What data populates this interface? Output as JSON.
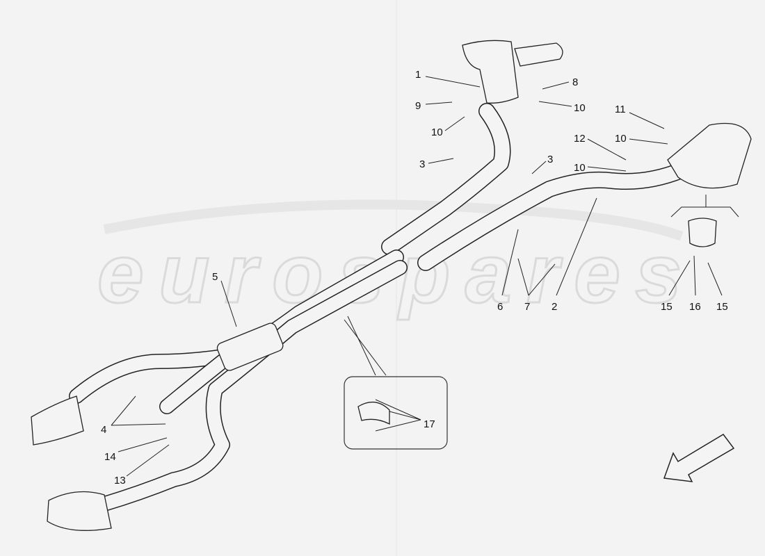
{
  "watermark": "eurospares",
  "callouts": [
    "1",
    "9",
    "10",
    "8",
    "10",
    "11",
    "10",
    "12",
    "10",
    "3",
    "3",
    "5",
    "6",
    "7",
    "2",
    "15",
    "16",
    "15",
    "4",
    "14",
    "13",
    "17"
  ],
  "colors": {
    "background": "#f3f3f3",
    "line": "#222222",
    "watermark": "#dadada"
  },
  "direction_icon": "arrow-down-left-icon"
}
